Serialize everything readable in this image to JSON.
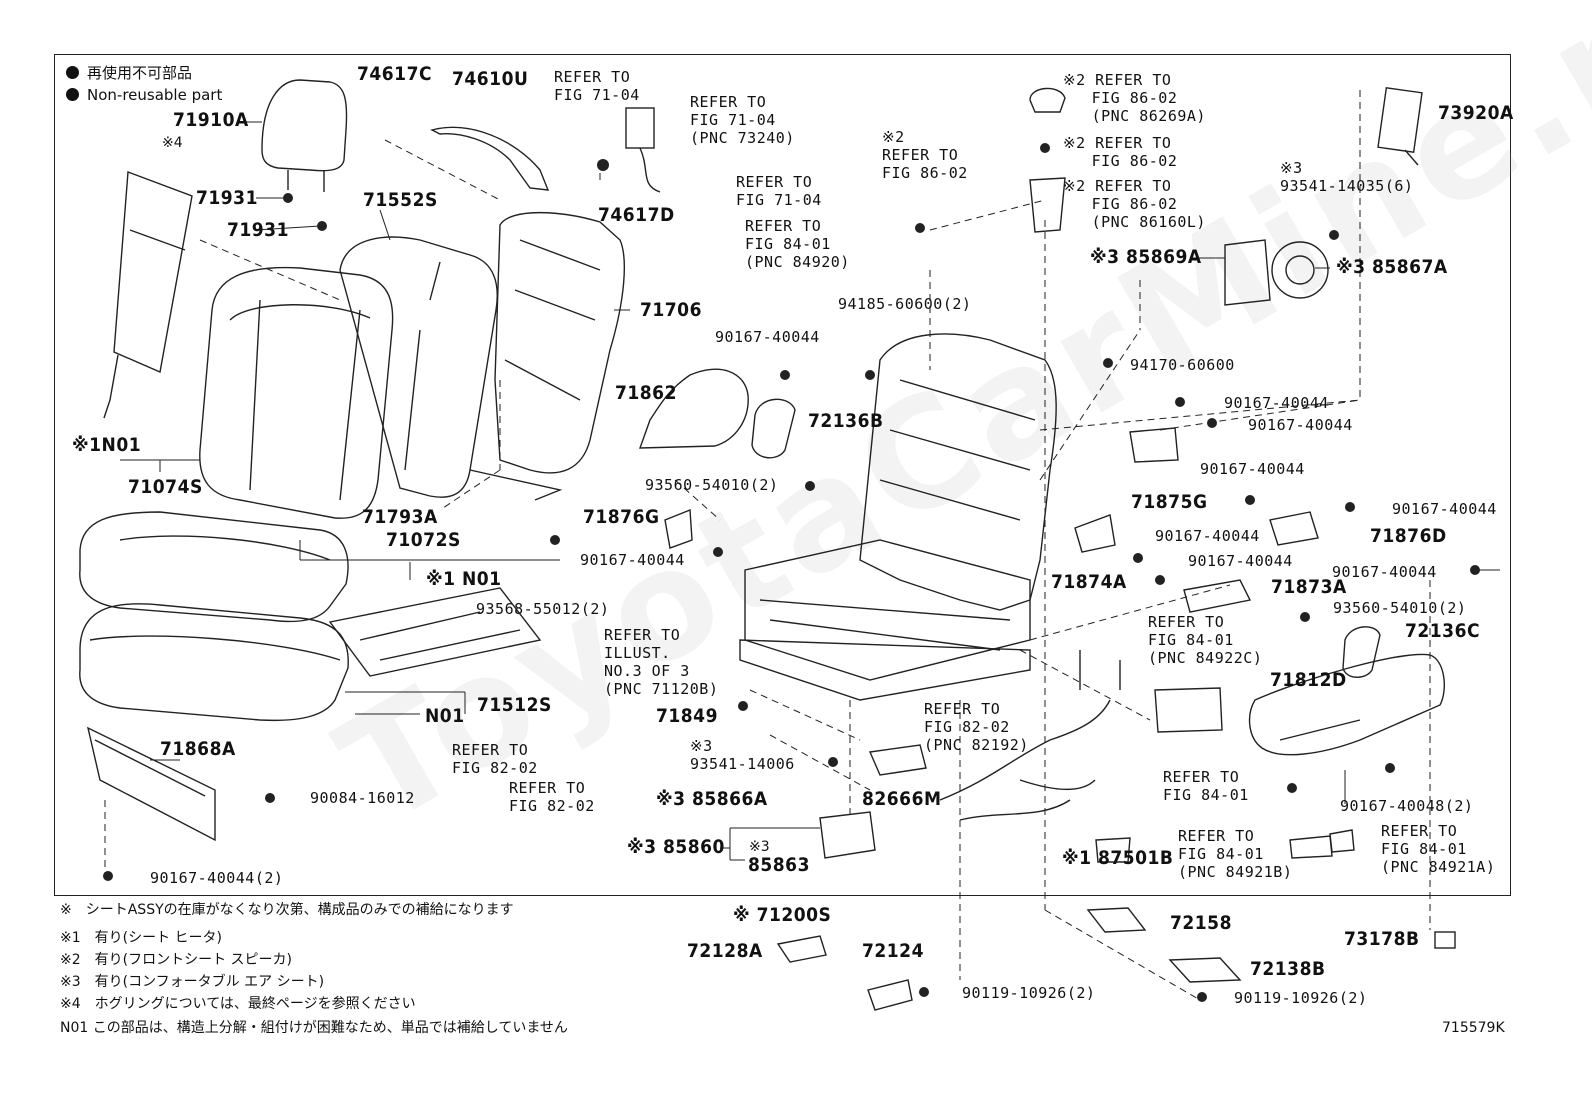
{
  "legend": {
    "jp": "再使用不可部品",
    "en": "Non-reusable part"
  },
  "watermark": "ToyotaCarMine.ru",
  "diagram_id": "715579K",
  "footnotes": [
    "※　シートASSYの在庫がなくなり次第、構成品のみでの補給になります",
    "※1　有り(シート ヒータ)",
    "※2　有り(フロントシート スピーカ)",
    "※3　有り(コンフォータブル エア シート)",
    "※4　ホグリングについては、最終ページを参照ください",
    "N01 この部品は、構造上分解・組付けが困難なため、単品では補給していません"
  ],
  "parts": {
    "p74617C": "74617C",
    "p74610U": "74610U",
    "p71910A": "71910A",
    "n4": "※4",
    "p71931a": "71931",
    "p71931b": "71931",
    "p71552S": "71552S",
    "p74617D": "74617D",
    "p71706": "71706",
    "n1N01a": "※1N01",
    "p71074S": "71074S",
    "p71862": "71862",
    "p72136B": "72136B",
    "p71793A": "71793A",
    "p71072S": "71072S",
    "n1N01b": "※1 N01",
    "p71876G": "71876G",
    "p71512S": "71512S",
    "pN01": "N01",
    "p71868A": "71868A",
    "p71849": "71849",
    "p85866A": "※3 85866A",
    "p82666M": "82666M",
    "p85860": "※3 85860",
    "p85863": "85863",
    "n3_85863": "※3",
    "p71200S": "※ 71200S",
    "p72128A": "72128A",
    "p72124": "72124",
    "p73920A": "73920A",
    "p85869A": "※3 85869A",
    "p85867A": "※3 85867A",
    "p71875G": "71875G",
    "p71876D": "71876D",
    "p71874A": "71874A",
    "p71873A": "71873A",
    "p72136C": "72136C",
    "p71812D": "71812D",
    "p87501B": "※1 87501B",
    "p72158": "72158",
    "p72138B": "72138B",
    "p73178B": "73178B"
  },
  "small": {
    "ref1": "REFER TO\nFIG 71-04",
    "ref2": "REFER TO\nFIG 71-04\n(PNC 73240)",
    "ref3": "REFER TO\nFIG 71-04",
    "ref4": "REFER TO\nFIG 84-01\n(PNC 84920)",
    "ref5": "※2\nREFER TO\nFIG 86-02",
    "ref6": "※2 REFER TO\n   FIG 86-02\n   (PNC 86269A)",
    "ref7": "※2 REFER TO\n   FIG 86-02",
    "ref8": "※2 REFER TO\n   FIG 86-02\n   (PNC 86160L)",
    "s94185": "94185-60600(2)",
    "s90167a": "90167-40044",
    "s93560a": "93560-54010(2)",
    "s90167b": "90167-40044",
    "s93568": "93568-55012(2)",
    "ref9": "REFER TO\nILLUST.\nNO.3 OF 3\n(PNC 71120B)",
    "ref10": "REFER TO\nFIG 82-02",
    "ref11": "REFER TO\nFIG 82-02",
    "s90084": "90084-16012",
    "s90167c": "90167-40044(2)",
    "s93541a": "※3\n93541-14006",
    "ref12": "REFER TO\nFIG 82-02\n(PNC 82192)",
    "s90119a": "90119-10926(2)",
    "s93541b": "※3\n93541-14035(6)",
    "s94170": "94170-60600",
    "s90167d": "90167-40044",
    "s90167e": "90167-40044",
    "s90167f": "90167-40044",
    "s90167g": "90167-40044",
    "s90167h": "90167-40044",
    "s90167i": "90167-40044",
    "s90167j": "90167-40044",
    "s93560b": "93560-54010(2)",
    "ref13": "REFER TO\nFIG 84-01\n(PNC 84922C)",
    "ref14": "REFER TO\nFIG 84-01",
    "s90167k": "90167-40048(2)",
    "ref15": "REFER TO\nFIG 84-01\n(PNC 84921B)",
    "ref16": "REFER TO\nFIG 84-01\n(PNC 84921A)",
    "s90119b": "90119-10926(2)"
  }
}
